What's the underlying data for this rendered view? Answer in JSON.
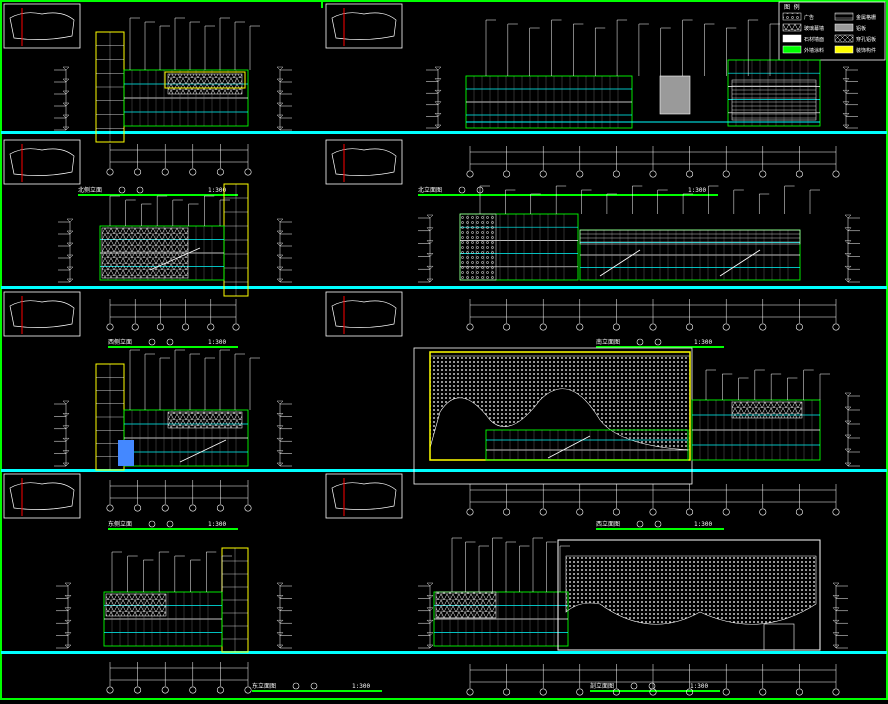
{
  "drawing": {
    "background": "#000000",
    "frame_color": "#00ff00",
    "band_color": "#00ffff",
    "colors": {
      "white": "#ffffff",
      "yellow": "#ffff00",
      "green": "#00ff00",
      "cyan": "#00ffff",
      "red": "#ff0000",
      "magenta": "#ff33ff",
      "grey": "#9a9a9a"
    },
    "scale_note": "1:300",
    "legend": {
      "title": "图 例",
      "items": [
        "广告",
        "玻璃幕墙",
        "石材墙面",
        "外墙涂料",
        "金属格栅",
        "铝板",
        "穿孔铝板",
        "装饰构件"
      ]
    },
    "captions": [
      "北侧立面",
      "北立面图",
      "西侧立面",
      "南立面图",
      "东侧立面",
      "西立面图",
      "东立面图",
      "剖立面图",
      "北立面图"
    ]
  }
}
